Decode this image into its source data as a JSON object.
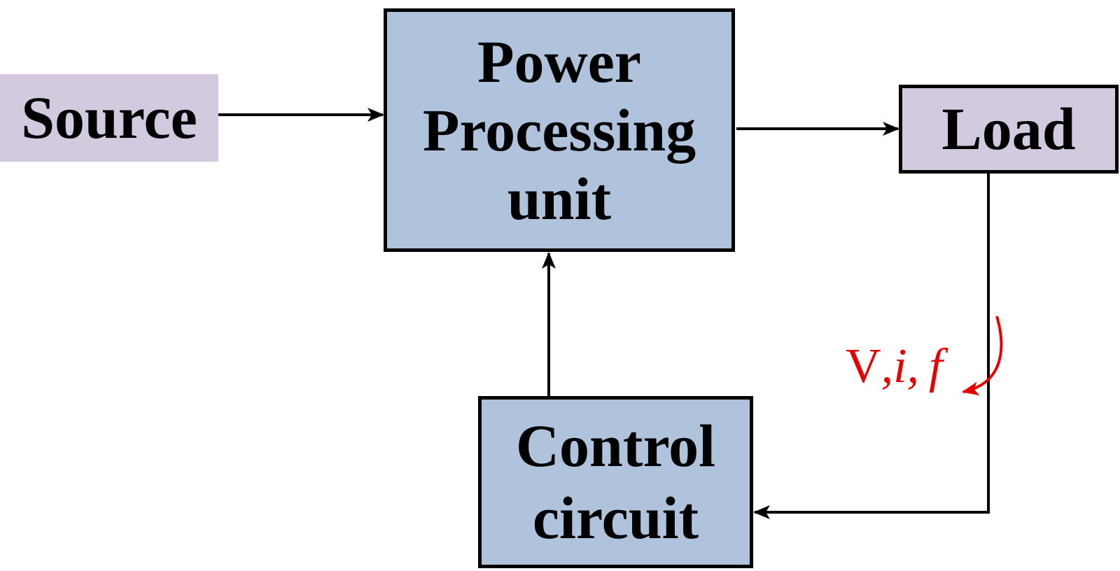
{
  "diagram": {
    "title": "Power processing block diagram",
    "blocks": {
      "source": {
        "lines": [
          "Source"
        ],
        "color": "#d3cae0"
      },
      "ppu": {
        "lines": [
          "Power",
          "Processing",
          "unit"
        ],
        "color": "#afc3dc"
      },
      "load": {
        "lines": [
          "Load"
        ],
        "color": "#d3cae0"
      },
      "control": {
        "lines": [
          "Control",
          "circuit"
        ],
        "color": "#afc3dc"
      }
    },
    "connections": [
      {
        "from": "Source",
        "to": "Power Processing unit"
      },
      {
        "from": "Power Processing unit",
        "to": "Load"
      },
      {
        "from": "Load",
        "to": "Control circuit",
        "label": "V, i, f"
      },
      {
        "from": "Control circuit",
        "to": "Power Processing unit"
      }
    ],
    "feedback_label": {
      "v": "V",
      "sep1": ",",
      "i": "i",
      "sep2": ",",
      "f": "f",
      "color": "#e60000"
    }
  }
}
